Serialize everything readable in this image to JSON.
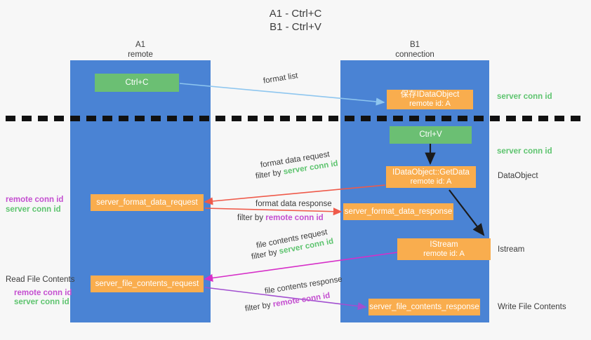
{
  "title": {
    "line1": "A1 - Ctrl+C",
    "line2": "B1 - Ctrl+V"
  },
  "lanes": [
    {
      "name": "A1",
      "subtitle": "remote"
    },
    {
      "name": "B1",
      "subtitle": "connection"
    }
  ],
  "boxes": {
    "ctrl_c": {
      "label": "Ctrl+C"
    },
    "ctrl_v": {
      "label": "Ctrl+V"
    },
    "save_idataobject": {
      "line1": "保存IDataObject",
      "line2": "remote id: A"
    },
    "getdata": {
      "line1": "IDataObject::GetData",
      "line2": "remote id: A"
    },
    "istream": {
      "line1": "IStream",
      "line2": "remote id: A"
    },
    "server_format_data_request": {
      "label": "server_format_data_request"
    },
    "server_format_data_response": {
      "label": "server_format_data_response"
    },
    "server_file_contents_request": {
      "label": "server_file_contents_request"
    },
    "server_file_contents_response": {
      "label": "server_file_contents_response"
    }
  },
  "edge_labels": {
    "format_list": "format list",
    "format_data_request": "format data request",
    "format_data_request_filter_prefix": "filter by ",
    "format_data_request_filter_value": "server conn id",
    "format_data_response": "format data response",
    "format_data_response_filter_prefix": "filter by ",
    "format_data_response_filter_value": "remote conn id",
    "file_contents_request": "file contents request",
    "file_contents_request_filter_prefix": "filter by ",
    "file_contents_request_filter_value": "server conn id",
    "file_contents_response": "file contents response",
    "file_contents_response_filter_prefix": "filter by ",
    "file_contents_response_filter_value": "remote conn id"
  },
  "right_labels": {
    "server_conn_id_top": "server conn id",
    "server_conn_id_mid": "server conn id",
    "dataobject": "DataObject",
    "istream": "Istream",
    "write_file_contents": "Write File Contents"
  },
  "left_labels": {
    "remote_conn_id_mid": "remote conn id",
    "server_conn_id_mid": "server conn id",
    "read_file_contents": "Read File Contents",
    "remote_conn_id_bottom": "remote conn id",
    "server_conn_id_bottom": "server conn id"
  },
  "colors": {
    "lane": "#4a83d4",
    "green_box": "#6bbf73",
    "orange_box": "#f9ad4e",
    "green_text": "#5ec46f",
    "purple_text": "#c44fd0",
    "arrow_blue": "#8ec6ef",
    "arrow_red": "#ef5a4a",
    "arrow_magenta": "#d62fc8",
    "arrow_purple": "#a24fd0",
    "arrow_dark": "#1b1b1b",
    "background": "#f7f7f7"
  }
}
